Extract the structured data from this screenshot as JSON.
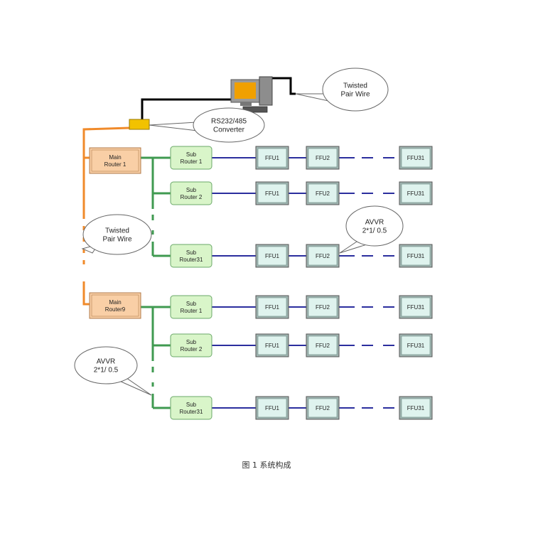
{
  "computer_label": "",
  "bubbles": {
    "twisted_top": [
      "Twisted",
      "Pair Wire"
    ],
    "converter": [
      "RS232/485",
      "Converter"
    ],
    "twisted_left": [
      "Twisted",
      "Pair Wire"
    ],
    "avvr_right": [
      "AVVR",
      "2*1/ 0.5"
    ],
    "avvr_left": [
      "AVVR",
      "2*1/ 0.5"
    ]
  },
  "groups": [
    {
      "main_router": [
        "Main",
        "Router 1"
      ],
      "sub_routers": [
        {
          "label": [
            "Sub",
            "Router 1"
          ],
          "ffus": [
            "FFU1",
            "FFU2",
            "FFU31"
          ]
        },
        {
          "label": [
            "Sub",
            "Router 2"
          ],
          "ffus": [
            "FFU1",
            "FFU2",
            "FFU31"
          ]
        },
        {
          "label": [
            "Sub",
            "Router31"
          ],
          "ffus": [
            "FFU1",
            "FFU2",
            "FFU31"
          ]
        }
      ]
    },
    {
      "main_router": [
        "Main",
        "Router9"
      ],
      "sub_routers": [
        {
          "label": [
            "Sub",
            "Router 1"
          ],
          "ffus": [
            "FFU1",
            "FFU2",
            "FFU31"
          ]
        },
        {
          "label": [
            "Sub",
            "Router 2"
          ],
          "ffus": [
            "FFU1",
            "FFU2",
            "FFU31"
          ]
        },
        {
          "label": [
            "Sub",
            "Router31"
          ],
          "ffus": [
            "FFU1",
            "FFU2",
            "FFU31"
          ]
        }
      ]
    }
  ],
  "caption": "图 1  系统构成",
  "colors": {
    "main_router_fill": "#f9cfa6",
    "main_router_border": "#b07a48",
    "sub_router_fill": "#d9f5c9",
    "sub_router_border": "#6aa868",
    "ffu_fill": "#dff3ee",
    "ffu_border": "#555555",
    "orange_wire": "#f08a2a",
    "green_wire": "#3f9a50",
    "blue_wire": "#2b2e9e",
    "black_wire": "#000000",
    "converter_fill": "#f2c200"
  }
}
